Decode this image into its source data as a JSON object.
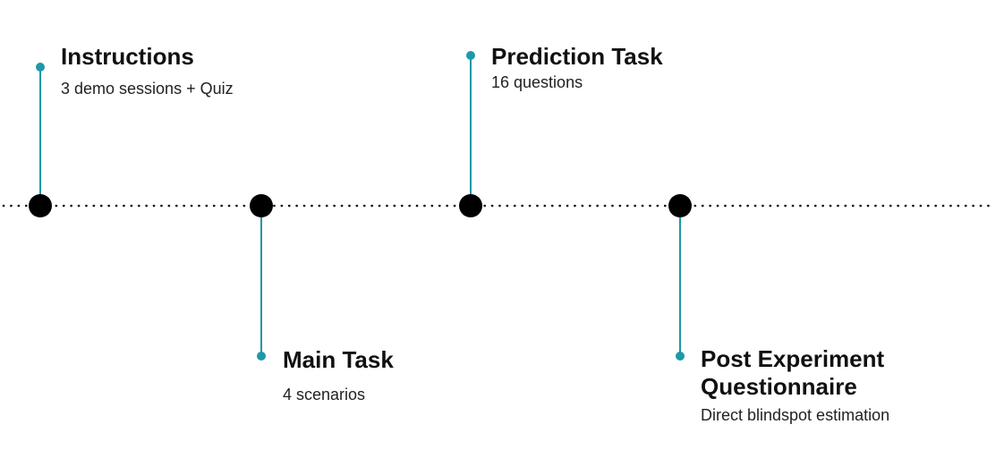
{
  "colors": {
    "connector": "#1e98a8",
    "node": "#000000",
    "axis": "#111111"
  },
  "stages": [
    {
      "id": "instructions",
      "title": "Instructions",
      "subtitle": "3 demo sessions + Quiz",
      "side": "above"
    },
    {
      "id": "main-task",
      "title": "Main Task",
      "subtitle": "4 scenarios",
      "side": "below"
    },
    {
      "id": "prediction-task",
      "title": "Prediction Task",
      "subtitle": "16 questions",
      "side": "above"
    },
    {
      "id": "post-experiment-questionnaire",
      "title": "Post Experiment Questionnaire",
      "subtitle": "Direct blindspot estimation",
      "side": "below"
    }
  ]
}
